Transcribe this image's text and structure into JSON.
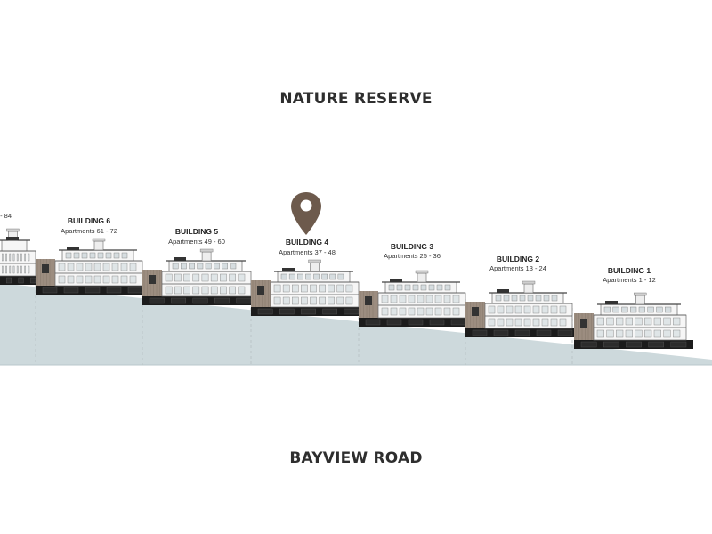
{
  "top_label": "NATURE RESERVE",
  "bottom_label": "BAYVIEW ROAD",
  "marker_icon": "map-pin-icon",
  "colors": {
    "pin": "#6d5a4c",
    "ground": "#cdd9dc",
    "basement": "#1c1c1c",
    "timber": "#9c8d80",
    "facade": "#f6f6f6",
    "line": "#6a6a6a"
  },
  "buildings": [
    {
      "name": "",
      "apartments": "- 84"
    },
    {
      "name": "BUILDING 6",
      "apartments": "Apartments 61 - 72"
    },
    {
      "name": "BUILDING 5",
      "apartments": "Apartments 49 - 60"
    },
    {
      "name": "BUILDING 4",
      "apartments": "Apartments 37 - 48"
    },
    {
      "name": "BUILDING 3",
      "apartments": "Apartments 25 - 36"
    },
    {
      "name": "BUILDING 2",
      "apartments": "Apartments 13 - 24"
    },
    {
      "name": "BUILDING 1",
      "apartments": "Apartments 1 - 12"
    }
  ]
}
